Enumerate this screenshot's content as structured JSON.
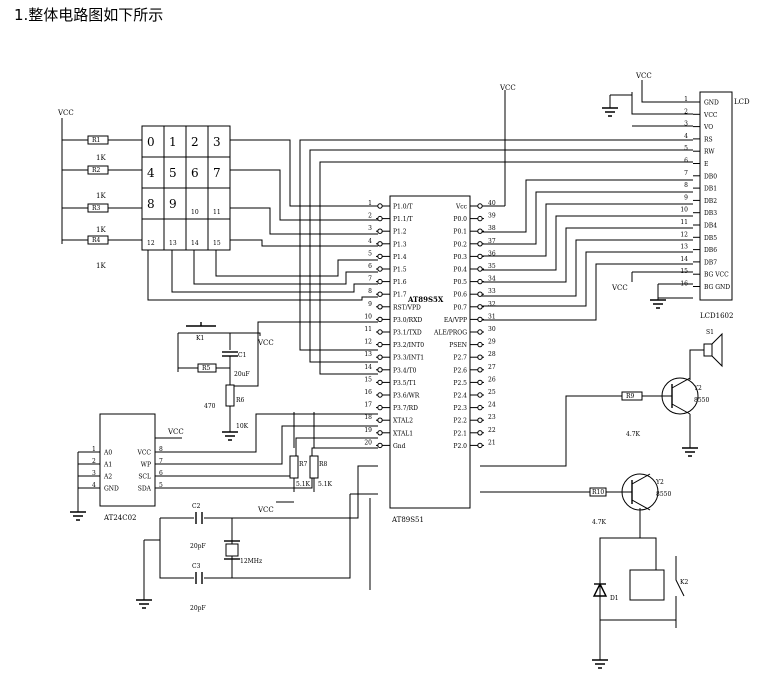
{
  "heading": "1.整体电路图如下所示",
  "power": {
    "vcc": "VCC"
  },
  "keypad": {
    "keys": [
      "0",
      "1",
      "2",
      "3",
      "4",
      "5",
      "6",
      "7",
      "8",
      "9",
      "10",
      "11",
      "12",
      "13",
      "14",
      "15"
    ],
    "resistors": [
      {
        "name": "R1",
        "value": "1K"
      },
      {
        "name": "R2",
        "value": "1K"
      },
      {
        "name": "R3",
        "value": "1K"
      },
      {
        "name": "R4",
        "value": "1K"
      }
    ]
  },
  "mcu": {
    "name": "AT89S5X",
    "part": "AT89S51",
    "left_pins": [
      "P1.0/T",
      "P1.1/T",
      "P1.2",
      "P1.3",
      "P1.4",
      "P1.5",
      "P1.6",
      "P1.7",
      "RST/VPD",
      "P3.0/RXD",
      "P3.1/TXD",
      "P3.2/INT0",
      "P3.3/INT1",
      "P3.4/T0",
      "P3.5/T1",
      "P3.6/WR",
      "P3.7/RD",
      "XTAL2",
      "XTAL1",
      "Gnd"
    ],
    "right_pins": [
      "Vcc",
      "P0.0",
      "P0.1",
      "P0.2",
      "P0.3",
      "P0.4",
      "P0.5",
      "P0.6",
      "P0.7",
      "EA/VPP",
      "ALE/PROG",
      "PSEN",
      "P2.7",
      "P2.6",
      "P2.5",
      "P2.4",
      "P2.3",
      "P2.2",
      "P2.1",
      "P2.0"
    ],
    "left_nums": [
      "1",
      "2",
      "3",
      "4",
      "5",
      "6",
      "7",
      "8",
      "9",
      "10",
      "11",
      "12",
      "13",
      "14",
      "15",
      "16",
      "17",
      "18",
      "19",
      "20"
    ],
    "right_nums": [
      "40",
      "39",
      "38",
      "37",
      "36",
      "35",
      "34",
      "33",
      "32",
      "31",
      "30",
      "29",
      "28",
      "27",
      "26",
      "25",
      "24",
      "23",
      "22",
      "21"
    ]
  },
  "lcd": {
    "name": "LCD1602",
    "side": "LCD",
    "pins": [
      "GND",
      "VCC",
      "VO",
      "RS",
      "RW",
      "E",
      "DB0",
      "DB1",
      "DB2",
      "DB3",
      "DB4",
      "DB5",
      "DB6",
      "DB7",
      "BG VCC",
      "BG GND"
    ],
    "nums": [
      "1",
      "2",
      "3",
      "4",
      "5",
      "6",
      "7",
      "8",
      "9",
      "10",
      "11",
      "12",
      "13",
      "14",
      "15",
      "16"
    ]
  },
  "eeprom": {
    "name": "AT24C02",
    "left_pins": [
      "A0",
      "A1",
      "A2",
      "GND"
    ],
    "right_pins": [
      "VCC",
      "WP",
      "SCL",
      "SDA"
    ],
    "left_nums": [
      "1",
      "2",
      "3",
      "4"
    ],
    "right_nums": [
      "8",
      "7",
      "6",
      "5"
    ]
  },
  "reset": {
    "k": "K1",
    "r5": "R5",
    "r6": "R6",
    "c1": "C1",
    "c1v": "20uF",
    "r5v": "470",
    "r6v": "10K"
  },
  "pullups": {
    "r7": "R7",
    "r8": "R8",
    "v": "5.1K"
  },
  "crystal": {
    "c2": "C2",
    "c3": "C3",
    "cv": "20pF",
    "x": "12MHz"
  },
  "speaker": {
    "s1": "S1",
    "r9": "R9",
    "r9v": "4.7K",
    "q": "Y2",
    "qv": "8550"
  },
  "relay": {
    "r10": "R10",
    "r10v": "4.7K",
    "q": "Y2",
    "qv": "8550",
    "d": "D1",
    "k": "K2"
  }
}
